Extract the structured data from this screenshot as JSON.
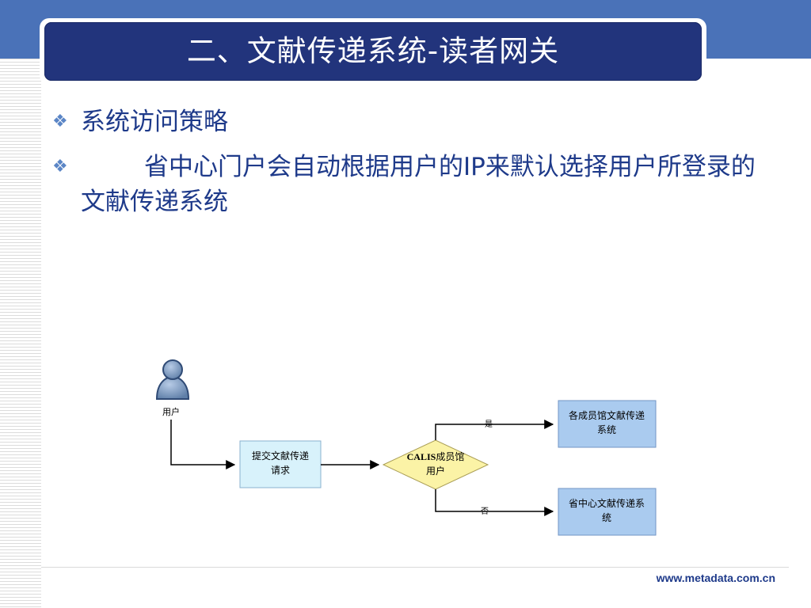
{
  "slide": {
    "title": "二、文献传递系统-读者网关",
    "bullets": [
      {
        "icon": "diamond-bullet-icon",
        "text": "系统访问策略"
      },
      {
        "icon": "diamond-bullet-icon",
        "text": "省中心门户会自动根据用户的IP来默认选择用户所登录的文献传递系统"
      }
    ],
    "footer_url": "www.metadata.com.cn"
  },
  "diagram": {
    "user_icon": "user-icon",
    "user_label": "用户",
    "submit_box": {
      "line1": "提交文献传递",
      "line2": "请求"
    },
    "decision": {
      "prefix": "CALIS",
      "line1_suffix": "成员馆",
      "line2": "用户"
    },
    "yes_label": "是",
    "no_label": "否",
    "yes_target": {
      "line1": "各成员馆文献传递",
      "line2": "系统"
    },
    "no_target": {
      "line1": "省中心文献传递系",
      "line2": "统"
    }
  },
  "colors": {
    "band": "#4a72b8",
    "title_bg": "#22347c",
    "text": "#1e3a8a",
    "box_fill": "#d8f2fb",
    "box_fill_blue": "#aacbef",
    "decision_fill": "#fbf3a6"
  }
}
